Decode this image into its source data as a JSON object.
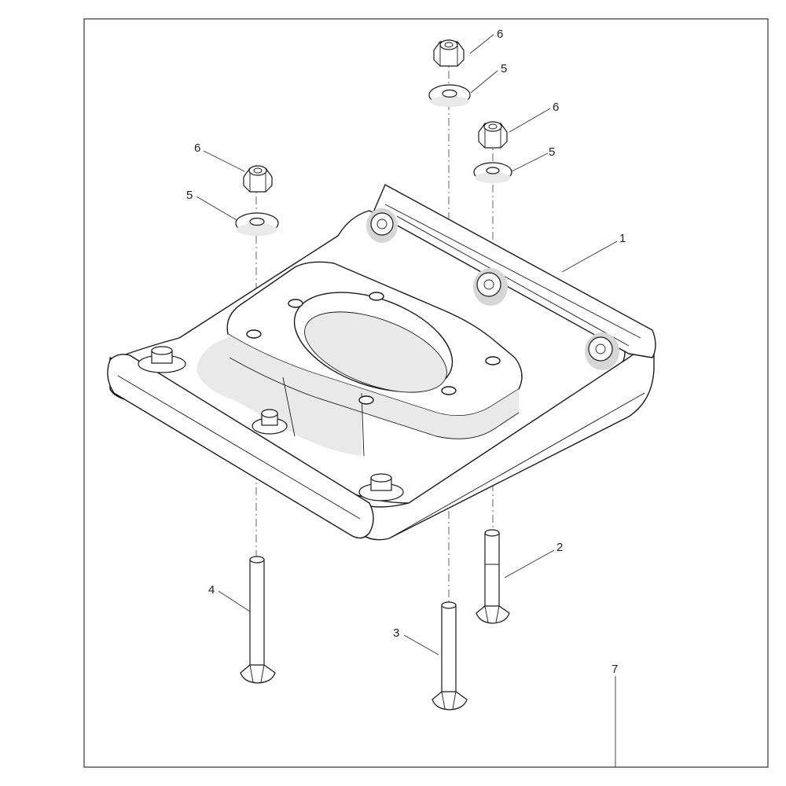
{
  "callouts": {
    "plate": "1",
    "bolt_right": "2",
    "bolt_middle": "3",
    "bolt_left": "4",
    "washer_left": "5",
    "washer_middle": "5",
    "washer_right": "5",
    "nut_left": "6",
    "nut_middle": "6",
    "nut_right": "6",
    "assembly": "7"
  }
}
